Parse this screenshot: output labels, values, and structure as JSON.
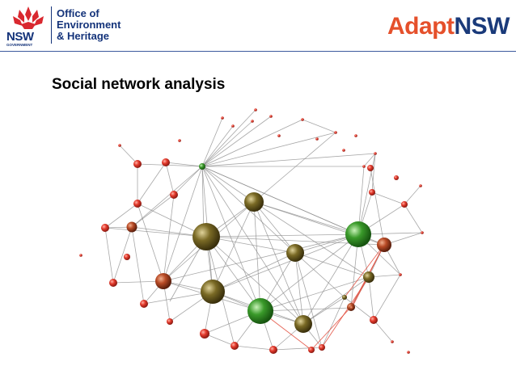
{
  "header": {
    "nsw_logo_text": "NSW",
    "nsw_logo_subtext": "GOVERNMENT",
    "agency_line1": "Office of",
    "agency_line2": "Environment",
    "agency_line3": "& Heritage",
    "brand_part1": "Adapt",
    "brand_part2": "NSW"
  },
  "slide": {
    "title": "Social network analysis"
  },
  "colors": {
    "nsw_blue": "#14337a",
    "nsw_red": "#d9282f",
    "adapt_orange": "#e5502b",
    "node_red": "#e43a2c",
    "node_olive": "#7a6a25",
    "node_green": "#3a9a2a",
    "edge_gray": "#8a8a8a",
    "edge_red": "#e24a3a"
  }
}
